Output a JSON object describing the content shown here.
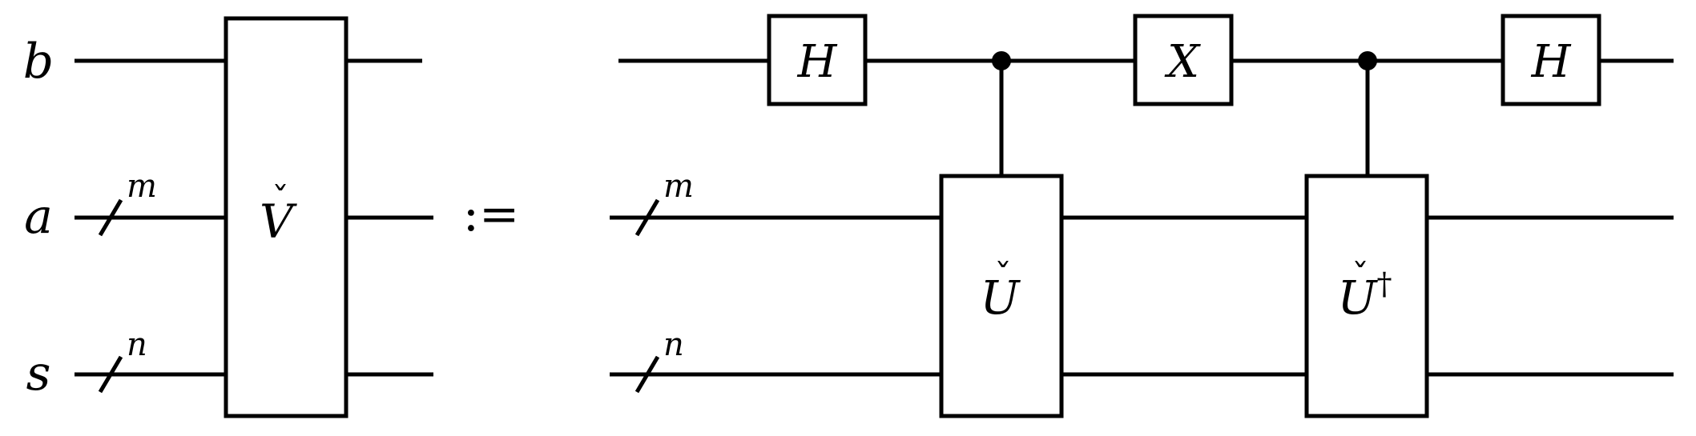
{
  "lhs": {
    "labels": {
      "b": "b",
      "a": "a",
      "s": "s"
    },
    "bus_m": "m",
    "bus_n": "n",
    "gate_v_base": "V",
    "gate_v_accent": "ˇ"
  },
  "operator": ":=",
  "rhs": {
    "bus_m": "m",
    "bus_n": "n",
    "gate_h1": "H",
    "gate_x": "X",
    "gate_h2": "H",
    "gate_u_base": "U",
    "gate_u_accent": "ˇ",
    "gate_udag_base": "U",
    "gate_udag_accent": "ˇ",
    "gate_udag_dagger": "†"
  }
}
